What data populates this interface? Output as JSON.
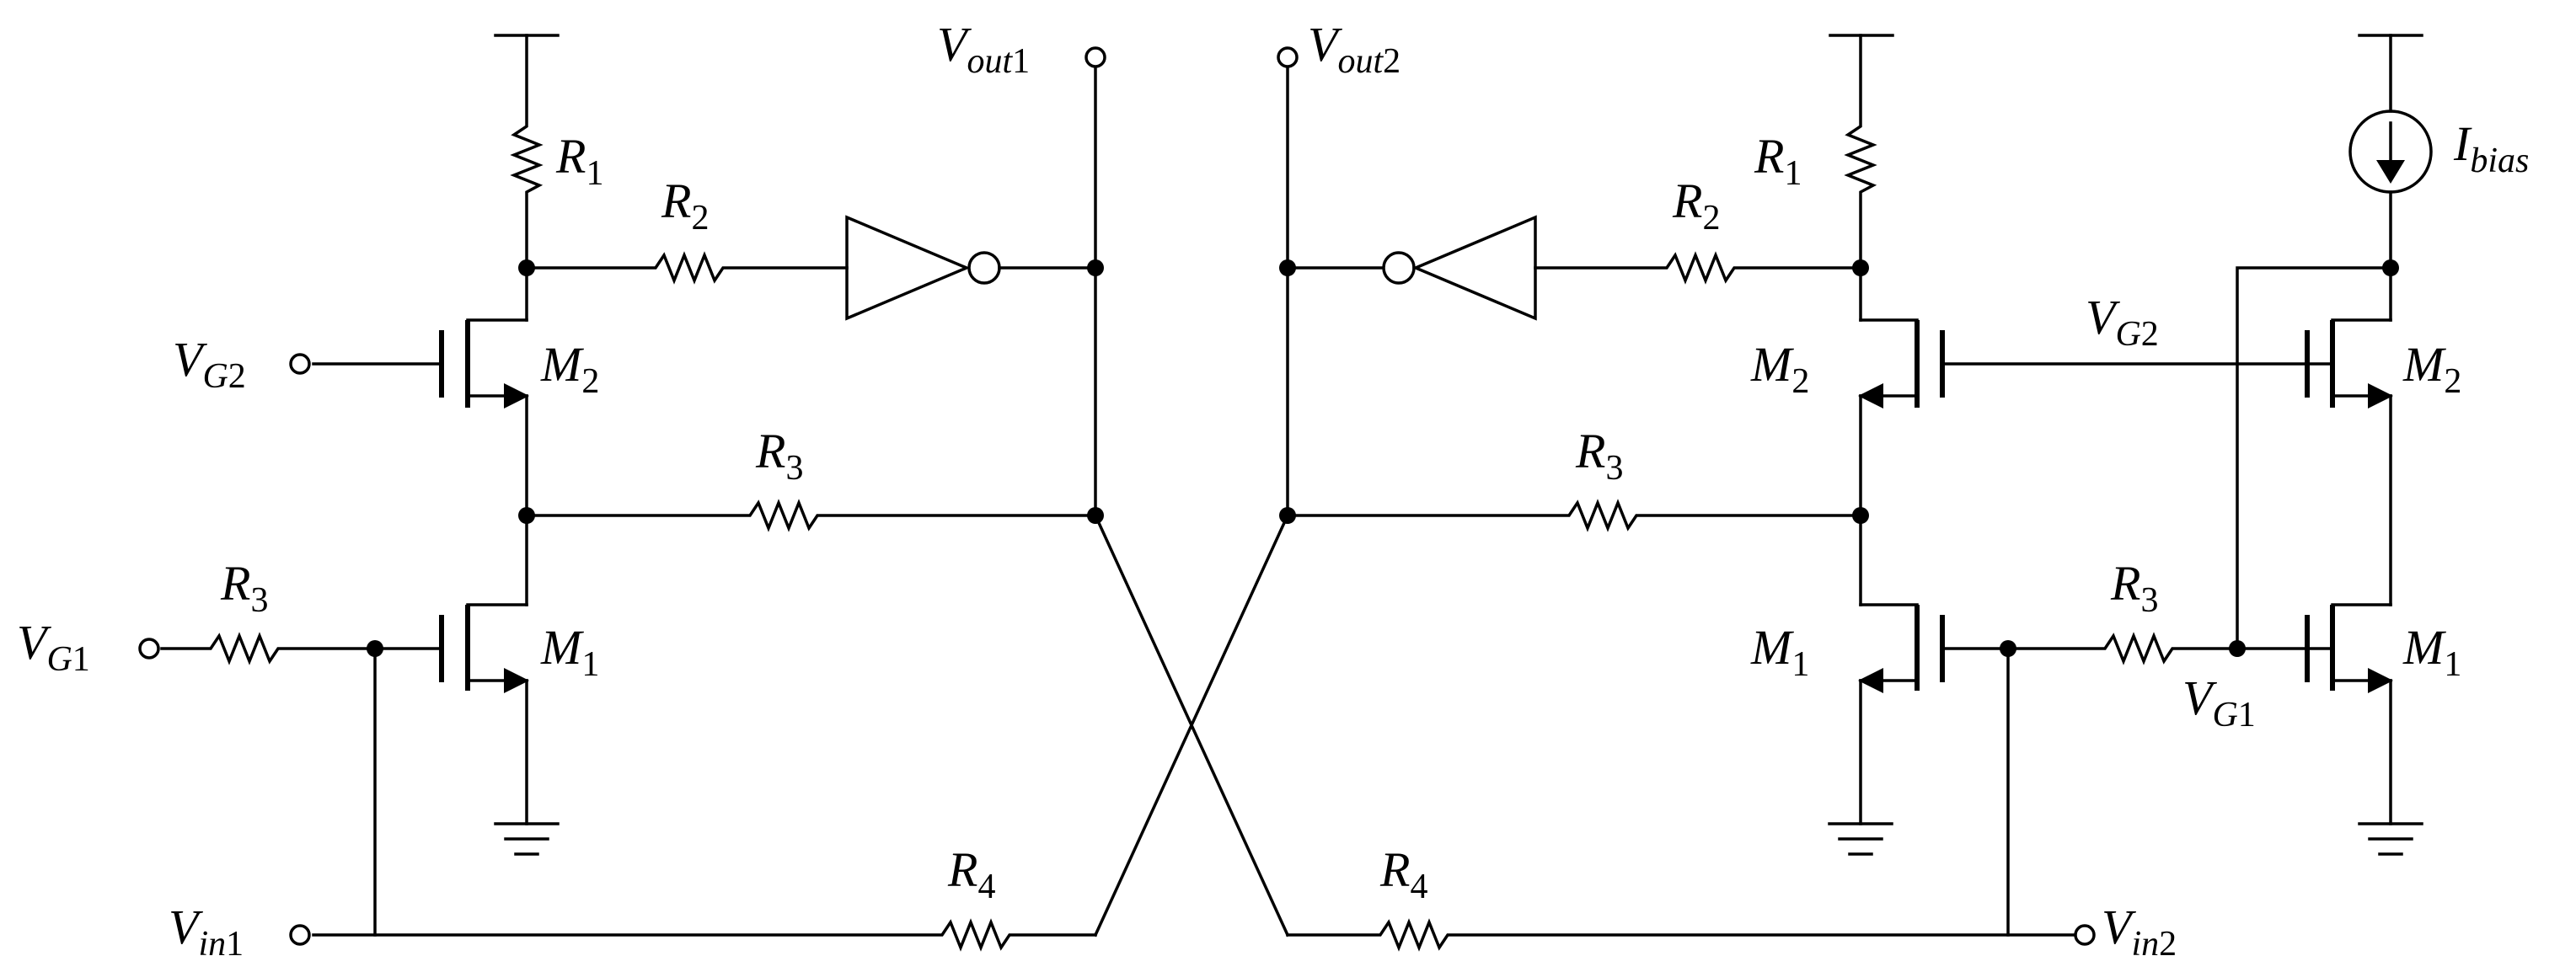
{
  "labels": {
    "vout1": {
      "main": "V",
      "sub": "out",
      "num": "1"
    },
    "vout2": {
      "main": "V",
      "sub": "out",
      "num": "2"
    },
    "vg2": {
      "main": "V",
      "sub": "G",
      "num": "2"
    },
    "vg1": {
      "main": "V",
      "sub": "G",
      "num": "1"
    },
    "vin1": {
      "main": "V",
      "sub": "in",
      "num": "1"
    },
    "vin2": {
      "main": "V",
      "sub": "in",
      "num": "2"
    },
    "ibias": {
      "main": "I",
      "sub": "bias"
    },
    "r1": {
      "main": "R",
      "num": "1"
    },
    "r2": {
      "main": "R",
      "num": "2"
    },
    "r3": {
      "main": "R",
      "num": "3"
    },
    "r4": {
      "main": "R",
      "num": "4"
    },
    "m1": {
      "main": "M",
      "num": "1"
    },
    "m2": {
      "main": "M",
      "num": "2"
    }
  },
  "colors": {
    "stroke": "#000000",
    "background": "#ffffff"
  },
  "symbols": [
    "supply-rail",
    "ground",
    "resistor",
    "nmos-transistor",
    "inverter",
    "current-source",
    "terminal",
    "junction"
  ]
}
